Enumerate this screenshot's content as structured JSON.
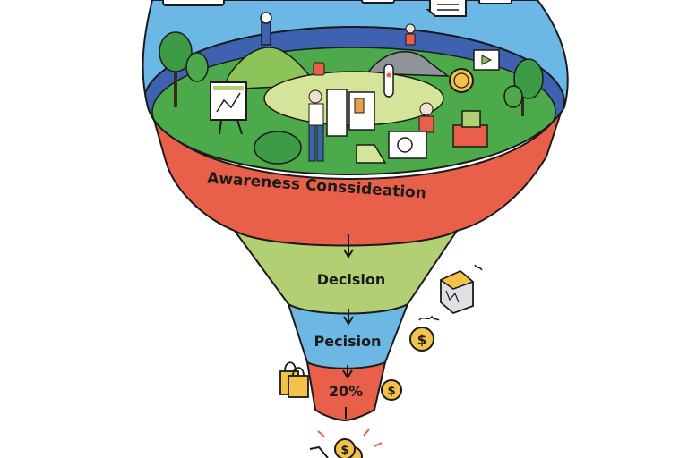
{
  "diagram": {
    "type": "marketing-funnel",
    "stages": [
      {
        "label": "Awareness Conssideation",
        "color": "#e8604a"
      },
      {
        "label": "Decision",
        "color": "#b2cf74"
      },
      {
        "label": "Pecision",
        "color": "#6db8e3"
      },
      {
        "label": "20%",
        "color": "#e8604a"
      }
    ],
    "top_scene": {
      "sky_color": "#6bb8e6",
      "water_color": "#3f62b0",
      "grass_color": "#4caa4a",
      "clearing_color": "#d4e59a",
      "elements": [
        "trees",
        "hills",
        "presentation-easel",
        "person-with-tablet",
        "person-with-laptop",
        "gift-box",
        "coin",
        "video-sign",
        "speech-bubbles"
      ]
    },
    "side_icons": [
      "shopping-bags",
      "dollar-coin",
      "dollar-coin",
      "shop-box",
      "shopping-cart-with-coins"
    ],
    "accent_colors": {
      "coin": "#f2c24a",
      "outline": "#1a1a1a"
    }
  }
}
